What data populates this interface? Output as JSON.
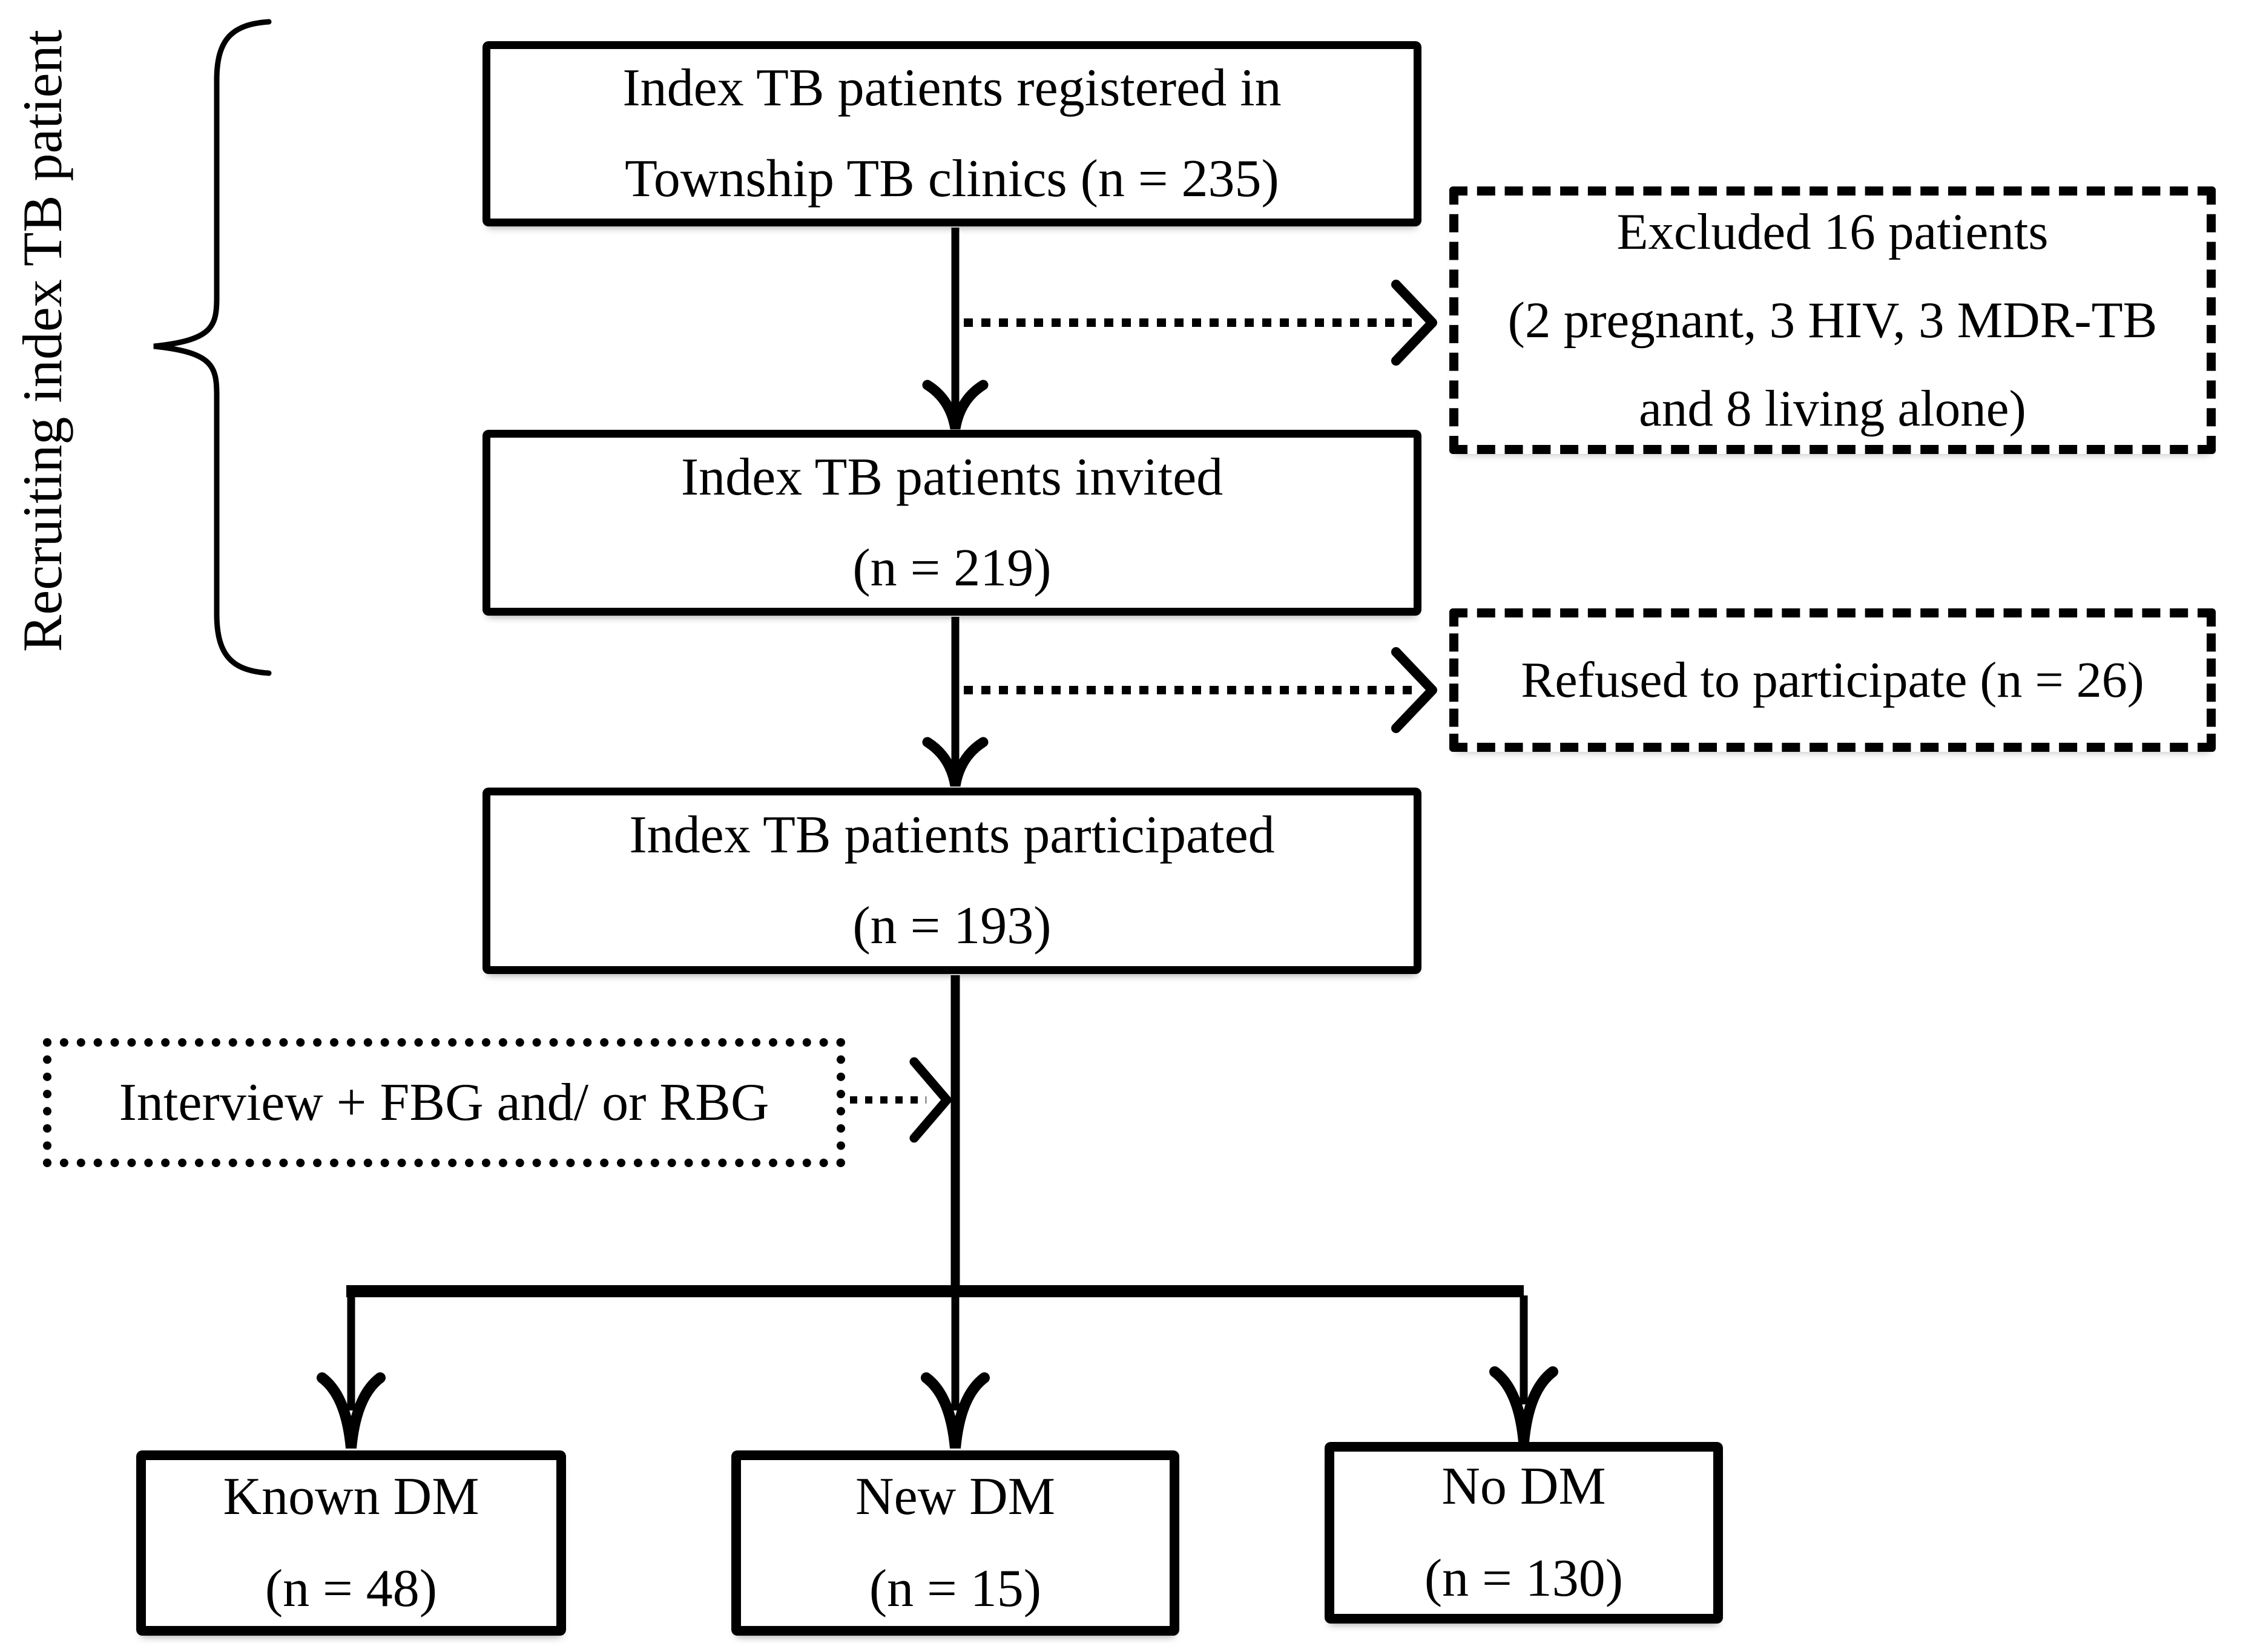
{
  "figure": {
    "side_label": "Recruiting index TB patient",
    "boxes": {
      "registered": {
        "lines": [
          "Index TB patients registered in",
          "Township TB clinics (n = 235)"
        ]
      },
      "excluded": {
        "lines": [
          "Excluded 16 patients",
          "(2 pregnant, 3 HIV, 3 MDR-TB",
          "and 8 living alone)"
        ]
      },
      "invited": {
        "lines": [
          "Index TB patients invited",
          "(n = 219)"
        ]
      },
      "refused": {
        "lines": [
          "Refused to participate (n = 26)"
        ]
      },
      "participated": {
        "lines": [
          "Index TB patients participated",
          "(n = 193)"
        ]
      },
      "interview": {
        "lines": [
          "Interview + FBG and/ or RBG"
        ]
      },
      "known_dm": {
        "lines": [
          "Known DM",
          "(n = 48)"
        ]
      },
      "new_dm": {
        "lines": [
          "New DM",
          "(n = 15)"
        ]
      },
      "no_dm": {
        "lines": [
          "No DM",
          "(n = 130)"
        ]
      }
    },
    "counts": {
      "registered": 235,
      "excluded": 16,
      "invited": 219,
      "refused": 26,
      "participated": 193,
      "known_dm": 48,
      "new_dm": 15,
      "no_dm": 130
    },
    "colors": {
      "ink": "#000000",
      "background": "#ffffff"
    }
  }
}
